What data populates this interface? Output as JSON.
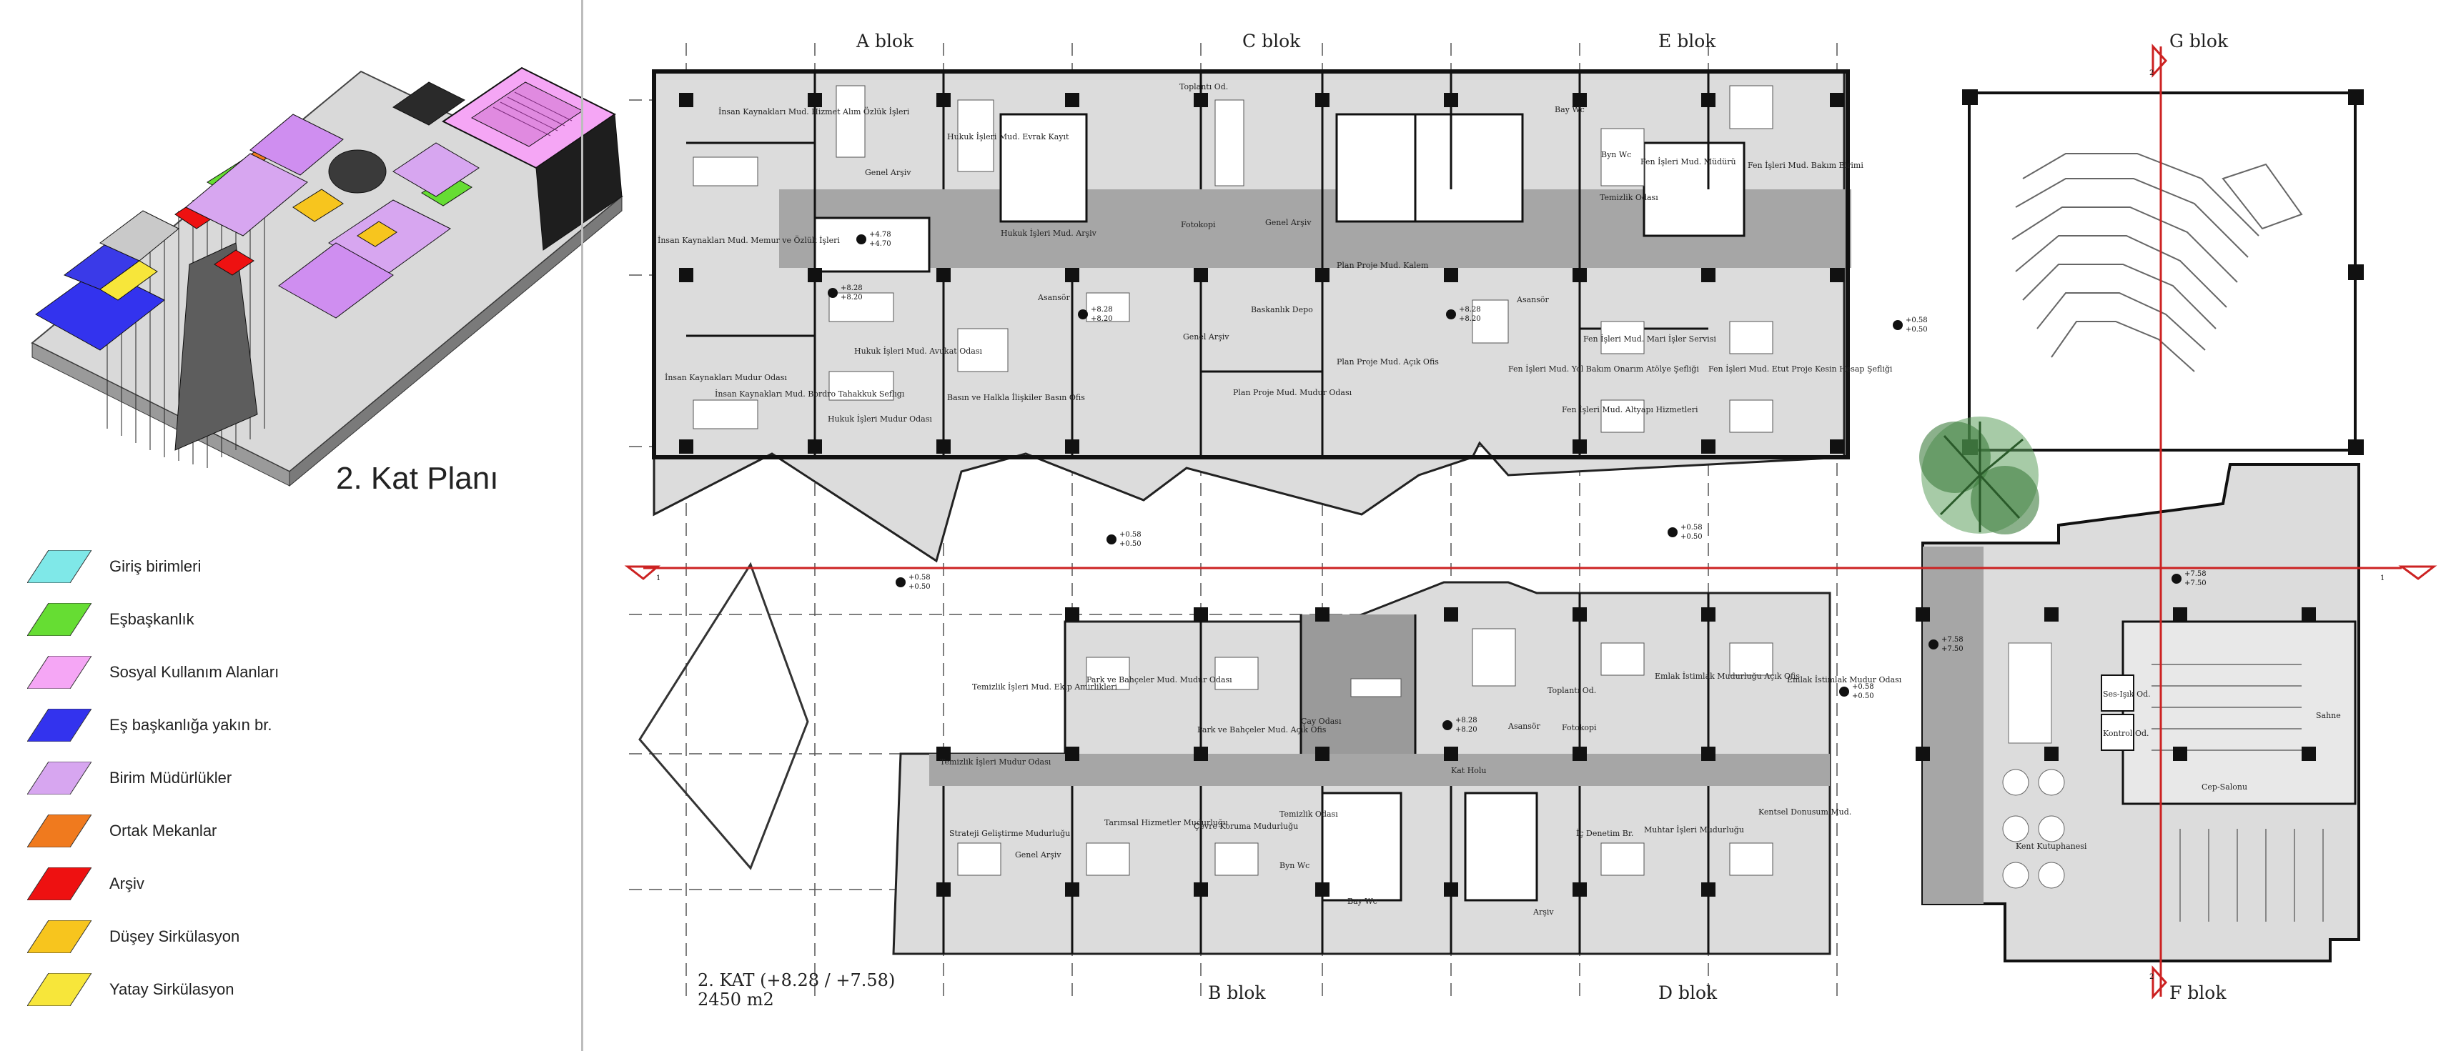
{
  "plan_title": "2. Kat Planı",
  "legend": [
    {
      "label": "Giriş birimleri",
      "color": "#7fe8e8"
    },
    {
      "label": "Eşbaşkanlık",
      "color": "#66dd33"
    },
    {
      "label": "Sosyal Kullanım Alanları",
      "color": "#f5a6f5"
    },
    {
      "label": "Eş başkanlığa yakın br.",
      "color": "#3333ee"
    },
    {
      "label": "Birim Müdürlükler",
      "color": "#d7a6f0"
    },
    {
      "label": "Ortak Mekanlar",
      "color": "#f07a1e"
    },
    {
      "label": "Arşiv",
      "color": "#ee1111"
    },
    {
      "label": "Düşey Sirkülasyon",
      "color": "#f7c51e"
    },
    {
      "label": "Yatay Sirkülasyon",
      "color": "#f7e63a"
    }
  ],
  "blocks": {
    "a": "A blok",
    "b": "B blok",
    "c": "C blok",
    "d": "D blok",
    "e": "E blok",
    "f": "F blok",
    "g": "G blok"
  },
  "floor": {
    "name": "2. KAT (+8.28 / +7.58)",
    "area": "2450 m2"
  },
  "section_markers": {
    "one": "1",
    "two": "2"
  },
  "levels": {
    "l1": "+8.28",
    "l1b": "+8.20",
    "l2": "+4.78",
    "l2b": "+4.70",
    "l3": "+0.58",
    "l3b": "+0.50",
    "l4": "+7.58",
    "l4b": "+7.50"
  },
  "rooms": {
    "a_ik_hizmet": "İnsan Kaynakları Mud. Hizmet Alım Özlük İşleri",
    "a_genel_arsiv": "Genel Arşiv",
    "a_hukuk_evrak": "Hukuk İşleri Mud. Evrak Kayıt",
    "a_hukuk_arsiv": "Hukuk İşleri Mud. Arşiv",
    "a_ik_memur": "İnsan Kaynakları Mud. Memur ve Özlük İşleri",
    "a_ik_mudur": "İnsan Kaynakları Mudur Odası",
    "a_ik_bordro": "İnsan Kaynakları Mud. Bordro Tahakkuk Seflıgı",
    "a_hukuk_avukat": "Hukuk İşleri Mud. Avukat Odası",
    "a_hukuk_mudur": "Hukuk İşleri Mudur Odası",
    "a_basin": "Basın ve Halkla İlişkiler Basın Ofis",
    "a_asansor": "Asansör",
    "c_toplanti": "Toplantı Od.",
    "c_fotokopi": "Fotokopi",
    "c_genel_arsiv": "Genel Arşiv",
    "c_genel_arsiv2": "Genel Arşiv",
    "c_baskanlik_depo": "Baskanlık Depo",
    "c_plan_kalem": "Plan Proje Mud. Kalem",
    "c_plan_acik": "Plan Proje Mud. Açık Ofis",
    "c_plan_mudur": "Plan Proje Mud. Mudur Odası",
    "e_bay_wc": "Bay Wc",
    "e_byn_wc": "Byn Wc",
    "e_temizlik": "Temizlik Odası",
    "e_fen_mudur": "Fen İşleri Mud. Müdürü",
    "e_fen_bakim": "Fen İşleri Mud. Bakım Birimi",
    "e_asansor": "Asansör",
    "e_fen_mimari": "Fen İşleri Mud. Mari İşler Servisi",
    "e_fen_yol": "Fen İşleri Mud. Yol Bakım Onarım Atölye Şefliği",
    "e_fen_etut": "Fen İşleri Mud. Etut Proje Kesin Hesap Şefliği",
    "e_fen_altyapi": "Fen İşleri Mud. Altyapı Hizmetleri",
    "b_temizlik_ekip": "Temizlik İşleri Mud. Ekip Amirlikleri",
    "b_park_mudur": "Park ve Bahçeler Mud. Mudur Odası",
    "b_park_acik": "Park ve Bahçeler Mud. Açık Ofis",
    "b_cay": "Çay Odası",
    "b_temizlik_mudur": "Temizlik İşleri Mudur Odası",
    "b_strateji": "Strateji Geliştirme Mudurluğu",
    "b_genel_arsiv": "Genel Arşiv",
    "b_tarimsal": "Tarımsal Hizmetler Mudurluğu",
    "b_cevre": "Çevre Koruma Mudurluğu",
    "b_temizlik_oda": "Temizlik Odası",
    "b_byn_wc": "Byn Wc",
    "b_bay_wc": "Bay Wc",
    "kat_holu": "Kat Holu",
    "d_toplanti": "Toplantı Od.",
    "d_asansor": "Asansör",
    "d_fotokopi": "Fotokopi",
    "d_emlak_acik": "Emlak İstimlak Mudurluğu Açık Ofis",
    "d_emlak_mudur": "Emlak İstimlak Mudur Odası",
    "d_ic_denetim": "İç Denetim Br.",
    "d_muhtar": "Muhtar İşleri Mudurluğu",
    "d_kentsel": "Kentsel Donusum Mud.",
    "d_arsiv": "Arşiv",
    "f_kent_kutuphane": "Kent Kutuphanesi",
    "f_ses_isik": "Ses-Işık Od.",
    "f_kontrol": "Kontrol Od.",
    "f_sahne": "Sahne",
    "f_cep_salonu": "Cep-Salonu"
  }
}
